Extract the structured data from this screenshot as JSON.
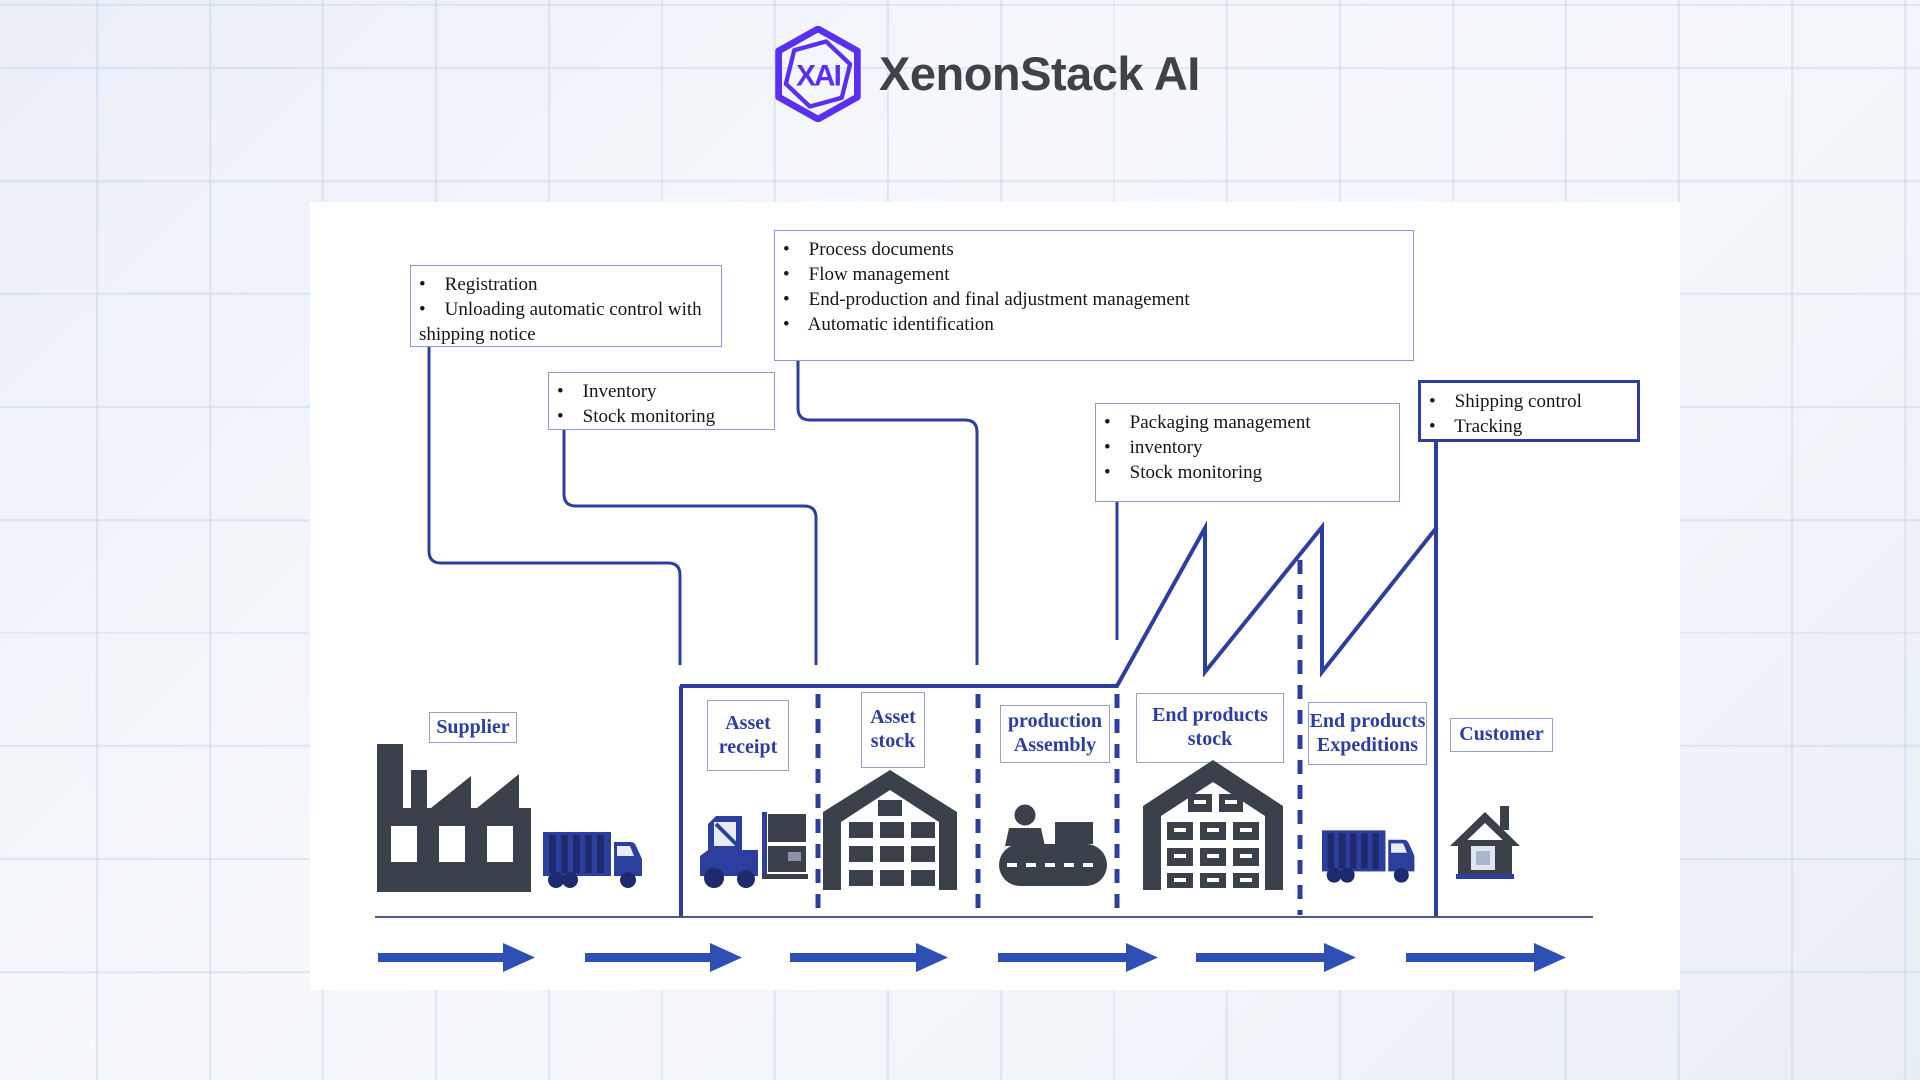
{
  "logo": {
    "brand": "XenonStack AI",
    "monogram": "XAI"
  },
  "callouts": {
    "registration": {
      "line1": "•    Registration",
      "line2": "•    Unloading automatic control with",
      "line3": "shipping notice"
    },
    "inventory": {
      "line1": "•    Inventory",
      "line2": "•    Stock monitoring"
    },
    "process": {
      "line1": "•    Process documents",
      "line2": "•    Flow management",
      "line3": "•    End-production and final adjustment management",
      "line4": "•    Automatic identification"
    },
    "packaging": {
      "line1": "•    Packaging management",
      "line2": "•    inventory",
      "line3": "•    Stock monitoring"
    },
    "shipping": {
      "line1": "•    Shipping control",
      "line2": "•    Tracking"
    }
  },
  "stages": {
    "supplier": {
      "l1": "Supplier"
    },
    "asset_receipt": {
      "l1": "Asset",
      "l2": "receipt"
    },
    "asset_stock": {
      "l1": "Asset",
      "l2": "stock"
    },
    "production_assembly": {
      "l1": "production",
      "l2": "Assembly"
    },
    "end_products_stock": {
      "l1": "End products",
      "l2": "stock"
    },
    "end_products_expeditions": {
      "l1": "End products",
      "l2": "Expeditions"
    },
    "customer": {
      "l1": "Customer"
    }
  },
  "palette": {
    "line_blue": "#2c3f9e",
    "arrow_blue": "#2e50b4",
    "icon_dark": "#3a414b",
    "icon_navy": "#1d2b6e",
    "logo_purple": "#5b2ff0",
    "brand_text": "#3f4347",
    "callout_border": "#8e9ace"
  }
}
